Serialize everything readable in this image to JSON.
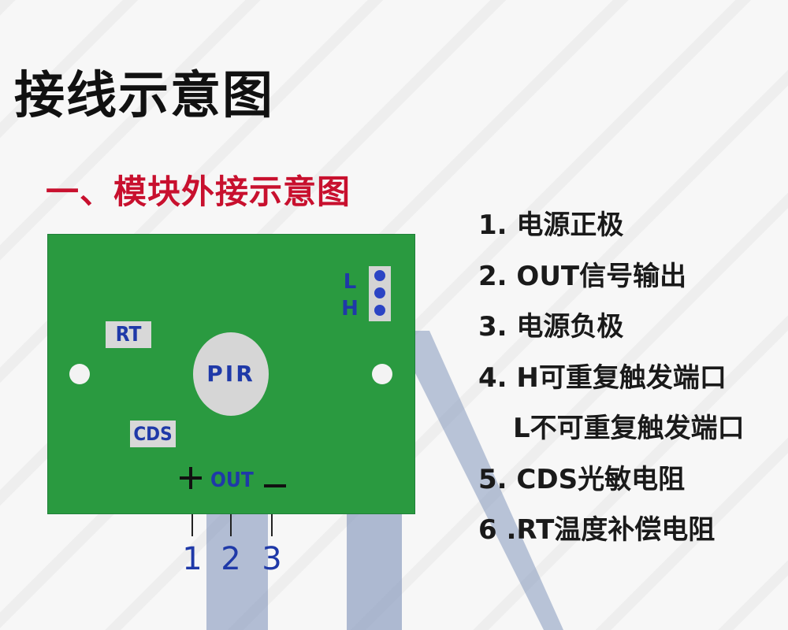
{
  "title": "接线示意图",
  "section_title": "一、模块外接示意图",
  "colors": {
    "board_green": "#2a9a40",
    "label_blue": "#1f39a8",
    "section_red": "#c8102e"
  },
  "board": {
    "rt_label": "RT",
    "cds_label": "CDS",
    "pir_label": "PIR",
    "jumper_l": "L",
    "jumper_h": "H",
    "out_label": "OUT"
  },
  "pins": [
    "1",
    "2",
    "3"
  ],
  "legend": [
    "1. 电源正极",
    "2. OUT信号输出",
    "3. 电源负极",
    "4. H可重复触发端口",
    "L不可重复触发端口",
    "5. CDS光敏电阻",
    "6 .RT温度补偿电阻"
  ]
}
